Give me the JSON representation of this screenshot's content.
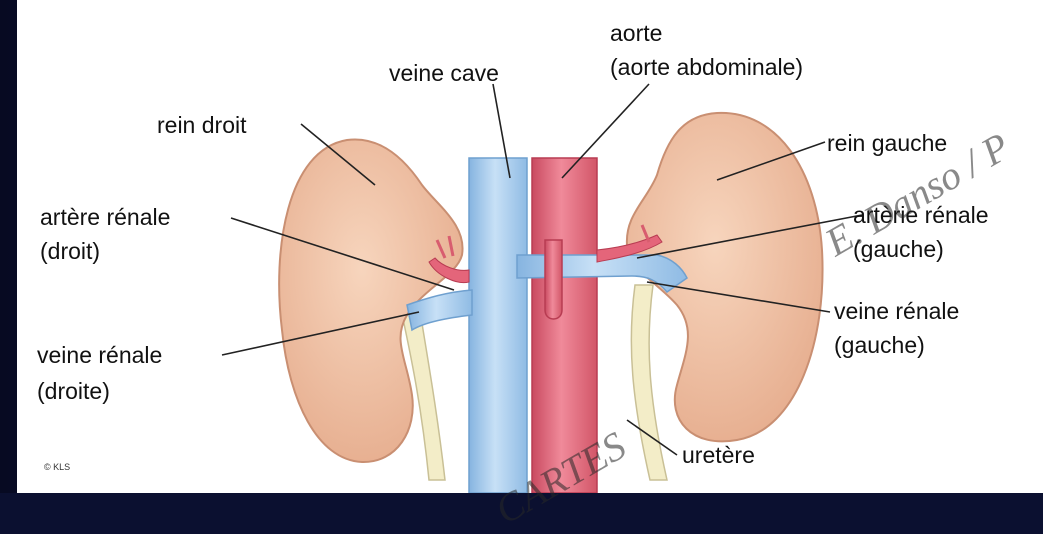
{
  "labels": {
    "aorte": "aorte",
    "aorte_abdominale": "(aorte abdominale)",
    "veine_cave": "veine cave",
    "rein_droit": "rein droit",
    "rein_gauche": "rein gauche",
    "artere_renale_droit_1": "artère rénale",
    "artere_renale_droit_2": "(droit)",
    "artere_renale_gauche_1": "artèrie rénale",
    "artere_renale_gauche_2": "(gauche)",
    "veine_renale_gauche_1": "veine rénale",
    "veine_renale_gauche_2": "(gauche)",
    "veine_renale_droite_1": "veine rénale",
    "veine_renale_droite_2": "(droite)",
    "uretere": "uretère"
  },
  "copyright": "© KLS",
  "watermark": {
    "right": "E. Danso / P",
    "bottom": "CARTES"
  },
  "colors": {
    "kidney": "#f2c4a6",
    "kidney_edge": "#c98f72",
    "vein": "#a9cdee",
    "vein_edge": "#6fa0cf",
    "artery": "#e4657a",
    "artery_edge": "#b83c52",
    "ureter": "#f3edc8"
  }
}
